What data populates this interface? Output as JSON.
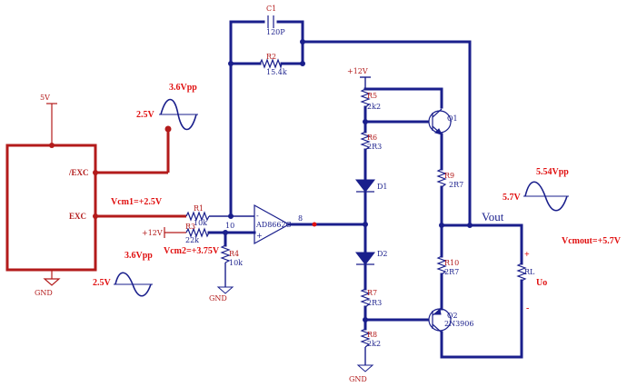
{
  "labels": {
    "supply_5v": "5V",
    "excb": "/EXC",
    "exc": "EXC",
    "gnd": "GND",
    "vcm1": "Vcm1=+2.5V",
    "vcm2": "Vcm2=+3.75V",
    "vout": "Vout",
    "vcmout": "Vcmout=+5.7V",
    "plus12_top": "+12V",
    "plus12_bias": "+12V",
    "ref_node": "10",
    "out_node": "8",
    "v_plus": "+",
    "v_minus": "-",
    "uo": "Uo"
  },
  "waves": {
    "exc_top": {
      "pp": "3.6Vpp",
      "offset": "2.5V"
    },
    "exc_bottom": {
      "pp": "3.6Vpp",
      "offset": "2.5V"
    },
    "output": {
      "pp": "5.54Vpp",
      "offset": "5.7V"
    }
  },
  "components": {
    "c1": {
      "ref": "C1",
      "value": "120P"
    },
    "r2": {
      "ref": "R2",
      "value": "15.4k"
    },
    "r1": {
      "ref": "R1",
      "value": "10k"
    },
    "r3": {
      "ref": "R3",
      "value": "22k"
    },
    "r4": {
      "ref": "R4",
      "value": "10k"
    },
    "r5": {
      "ref": "R5",
      "value": "2k2"
    },
    "r6": {
      "ref": "R6",
      "value": "2R3"
    },
    "d1": {
      "ref": "D1"
    },
    "d2": {
      "ref": "D2"
    },
    "r7": {
      "ref": "R7",
      "value": "2R3"
    },
    "r8": {
      "ref": "R8",
      "value": "2k2"
    },
    "r9": {
      "ref": "R9",
      "value": "2R7"
    },
    "r10": {
      "ref": "R10",
      "value": "2R7"
    },
    "q1": {
      "ref": "Q1"
    },
    "q2": {
      "ref": "Q2",
      "value": "2N3906"
    },
    "u1": {
      "value": "AD8662C"
    },
    "rl": {
      "ref": "RL"
    }
  }
}
